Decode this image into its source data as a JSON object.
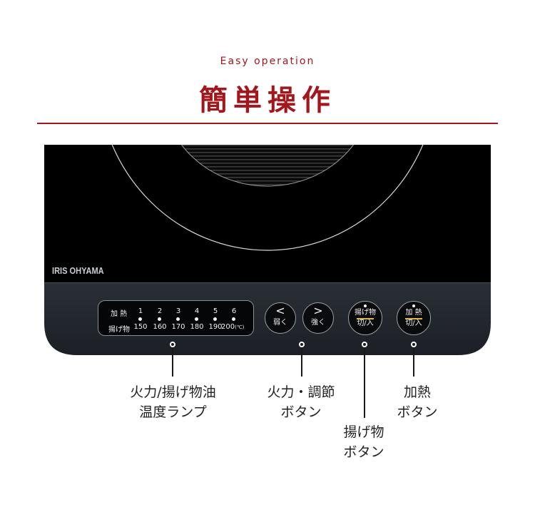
{
  "header": {
    "subtitle": "Easy operation",
    "title": "簡単操作",
    "accent_color": "#a3161b"
  },
  "device": {
    "brand": "IRIS OHYAMA",
    "lamp_panel": {
      "row1_label": "加 熱",
      "row2_label": "揚げ物",
      "levels": [
        "1",
        "2",
        "3",
        "4",
        "5",
        "6"
      ],
      "temperatures": [
        "150",
        "160",
        "170",
        "180",
        "190",
        "200"
      ],
      "temp_unit": "(℃)"
    },
    "buttons": [
      {
        "symbol": "<",
        "label": "弱く"
      },
      {
        "symbol": ">",
        "label": "強く"
      },
      {
        "top": "揚げ物",
        "bottom": "切/入"
      },
      {
        "top": "加 熱",
        "bottom": "切/入"
      }
    ]
  },
  "callouts": [
    {
      "line1": "火力/揚げ物油",
      "line2": "温度ランプ"
    },
    {
      "line1": "火力・調節",
      "line2": "ボタン"
    },
    {
      "line1": "揚げ物",
      "line2": "ボタン"
    },
    {
      "line1": "加熱",
      "line2": "ボタン"
    }
  ]
}
